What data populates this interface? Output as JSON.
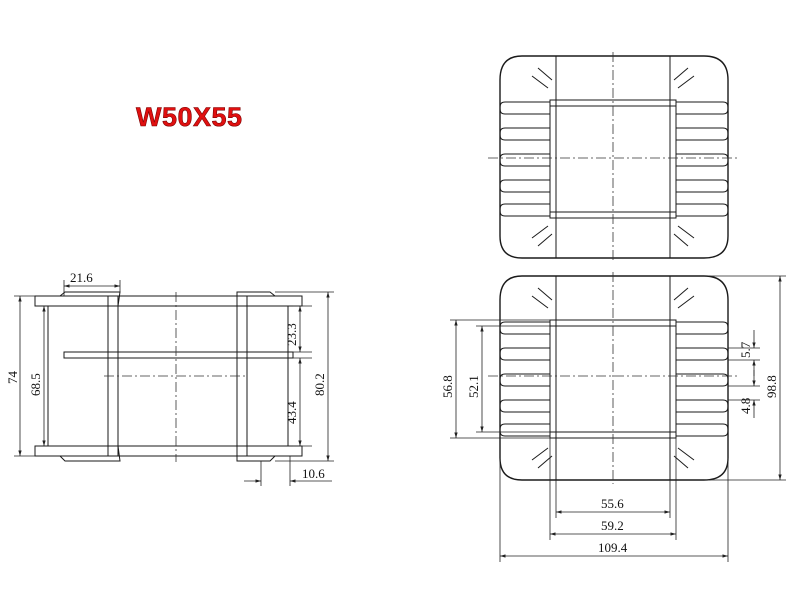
{
  "title": "W50X55",
  "dimensions": {
    "side_top_width": "21.6",
    "side_height_outer": "74",
    "side_height_inner": "68.5",
    "side_upper_gap": "23.3",
    "side_lower_gap": "43.4",
    "side_total_height": "80.2",
    "side_flange_offset": "10.6",
    "front_window_height": "56.8",
    "front_window_inner": "52.1",
    "front_fin_pitch_top": "5.7",
    "front_fin_pitch_bottom": "4.8",
    "front_total_height": "98.8",
    "front_core_width": "55.6",
    "front_window_width": "59.2",
    "front_total_width": "109.4"
  }
}
